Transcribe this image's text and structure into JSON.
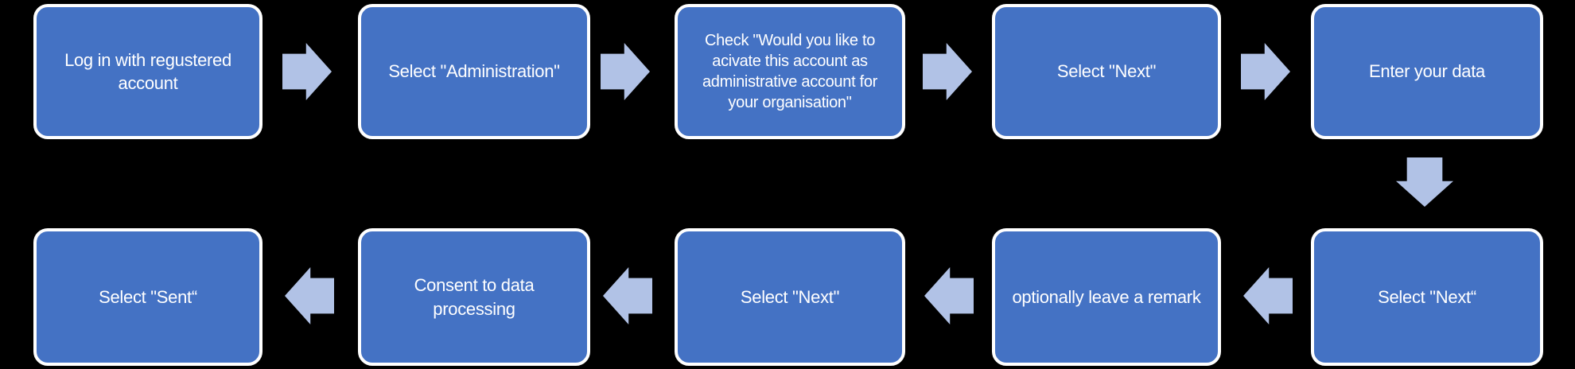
{
  "diagram": {
    "type": "flowchart",
    "background_color": "#000000",
    "box_fill_color": "#4472C4",
    "box_border_color": "#FFFFFF",
    "arrow_fill_color": "#B1C2E6",
    "text_color": "#FFFFFF",
    "steps": [
      {
        "id": 1,
        "label": "Log in with regustered\naccount"
      },
      {
        "id": 2,
        "label": "Select \"Administration\""
      },
      {
        "id": 3,
        "label": "Check \"Would you like to\nacivate this account as\nadministrative account for\nyour organisation\""
      },
      {
        "id": 4,
        "label": "Select \"Next\""
      },
      {
        "id": 5,
        "label": "Enter your data"
      },
      {
        "id": 6,
        "label": "Select \"Next“"
      },
      {
        "id": 7,
        "label": "optionally leave a remark"
      },
      {
        "id": 8,
        "label": "Select \"Next\""
      },
      {
        "id": 9,
        "label": "Consent to data\nprocessing"
      },
      {
        "id": 10,
        "label": "Select \"Sent“"
      }
    ],
    "connectors": [
      {
        "from": 1,
        "to": 2,
        "direction": "right"
      },
      {
        "from": 2,
        "to": 3,
        "direction": "right"
      },
      {
        "from": 3,
        "to": 4,
        "direction": "right"
      },
      {
        "from": 4,
        "to": 5,
        "direction": "right"
      },
      {
        "from": 5,
        "to": 6,
        "direction": "down"
      },
      {
        "from": 6,
        "to": 7,
        "direction": "left"
      },
      {
        "from": 7,
        "to": 8,
        "direction": "left"
      },
      {
        "from": 8,
        "to": 9,
        "direction": "left"
      },
      {
        "from": 9,
        "to": 10,
        "direction": "left"
      }
    ]
  }
}
